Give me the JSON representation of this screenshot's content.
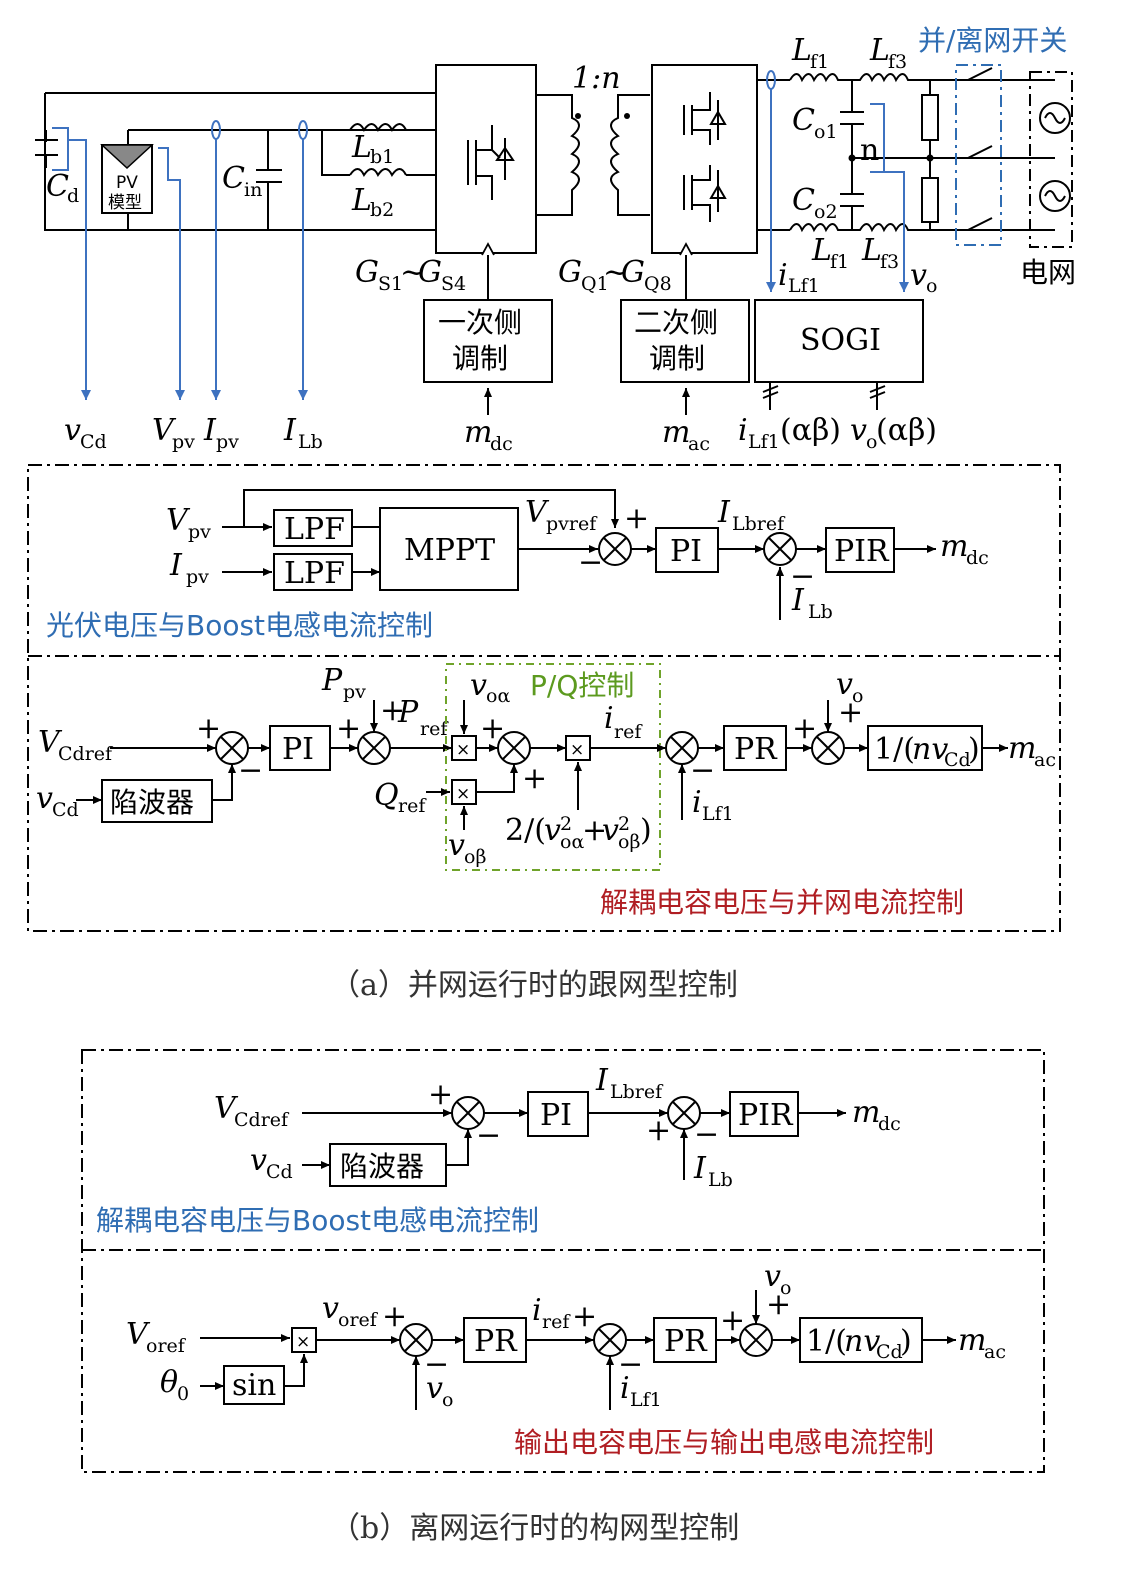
{
  "colors": {
    "blue": "#2f6db3",
    "red": "#b01e23",
    "green": "#5c9a1f"
  },
  "circuit": {
    "switch_title": "并/离网开关",
    "pv_model_line1": "PV",
    "pv_model_line2": "模型",
    "grid_label": "电网",
    "primary_mod_line1": "一次侧",
    "primary_mod_line2": "调制",
    "secondary_mod_line1": "二次侧",
    "secondary_mod_line2": "调制",
    "sogi_label": "SOGI",
    "ratio": "1:n",
    "neutral": "n"
  },
  "part_a": {
    "section1_title": "光伏电压与Boost电感电流控制",
    "section2_title": "解耦电容电压与并网电流控制",
    "pq_title": "P/Q控制",
    "blocks": {
      "lpf": "LPF",
      "mppt": "MPPT",
      "pi": "PI",
      "pir": "PIR",
      "pr": "PR",
      "notch": "陷波器"
    },
    "caption": "（a）并网运行时的跟网型控制"
  },
  "part_b": {
    "section1_title": "解耦电容电压与Boost电感电流控制",
    "section2_title": "输出电容电压与输出电感电流控制",
    "blocks": {
      "pi": "PI",
      "pir": "PIR",
      "pr": "PR",
      "notch": "陷波器",
      "sin": "sin"
    },
    "caption": "（b）离网运行时的构网型控制"
  }
}
